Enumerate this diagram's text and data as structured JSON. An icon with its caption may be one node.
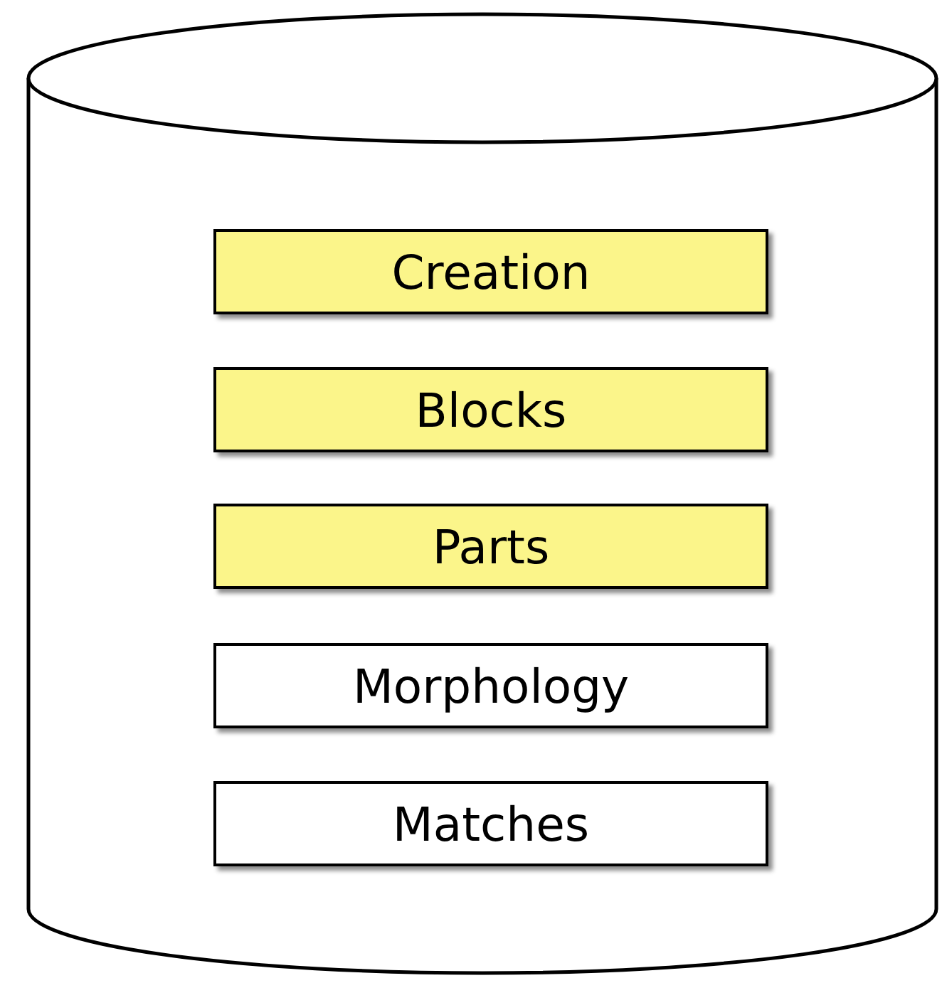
{
  "diagram": {
    "nodes": [
      {
        "text": [],
        "shape": "cylinder"
      },
      {
        "text": [
          "Creation"
        ],
        "in": 0
      },
      {
        "text": [
          "Blocks"
        ],
        "in": 0
      },
      {
        "text": [
          "Parts"
        ],
        "in": 0
      },
      {
        "text": [
          "Morphology"
        ],
        "in": 0
      },
      {
        "text": [
          "Matches"
        ],
        "in": 0
      }
    ]
  }
}
